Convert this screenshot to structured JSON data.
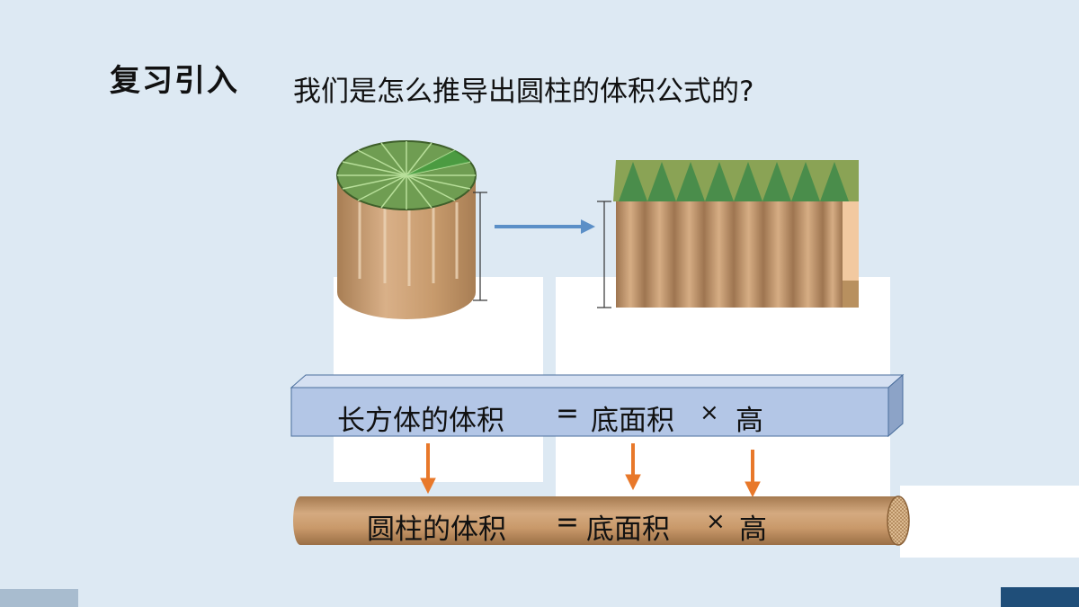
{
  "slide": {
    "section_title": "复习引入",
    "question": "我们是怎么推导出圆柱的体积公式的?"
  },
  "formula_box": {
    "left": "长方体的体积",
    "equals": "=",
    "base_area": "底面积",
    "times": "×",
    "height": "高"
  },
  "formula_rod": {
    "left": "圆柱的体积",
    "equals": "=",
    "base_area": "底面积",
    "times": "×",
    "height": "高"
  },
  "colors": {
    "background": "#dde9f3",
    "box_fill": "#b3c6e6",
    "rod_fill": "#c8996a",
    "arrow_blue": "#5b8fc7",
    "arrow_orange": "#e8782a",
    "corner_dark": "#1f4e79"
  }
}
